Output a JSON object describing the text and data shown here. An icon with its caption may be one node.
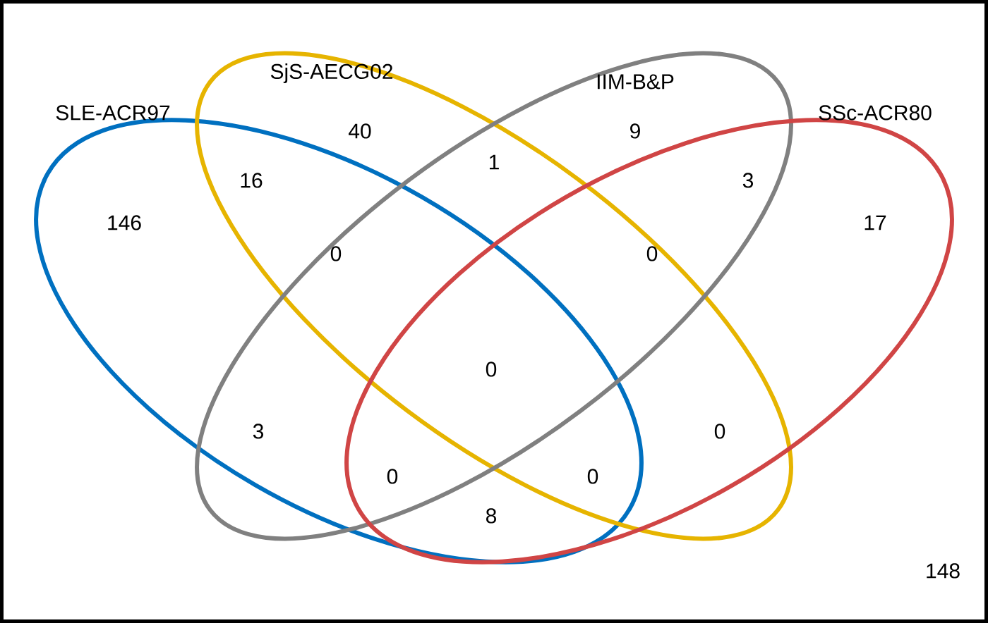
{
  "diagram": {
    "nodes": [
      {
        "text": [
          "SLE-ACR97"
        ]
      },
      {
        "text": [
          "SjS-AECG02"
        ]
      },
      {
        "text": [
          "IIM-B&P"
        ]
      },
      {
        "text": [
          "SSc-ACR80"
        ]
      }
    ],
    "labels": [
      "40",
      "9",
      "1",
      "16",
      "3",
      "146",
      "17",
      "0",
      "0",
      "0",
      "3",
      "0",
      "0",
      "0",
      "8",
      "148"
    ]
  }
}
